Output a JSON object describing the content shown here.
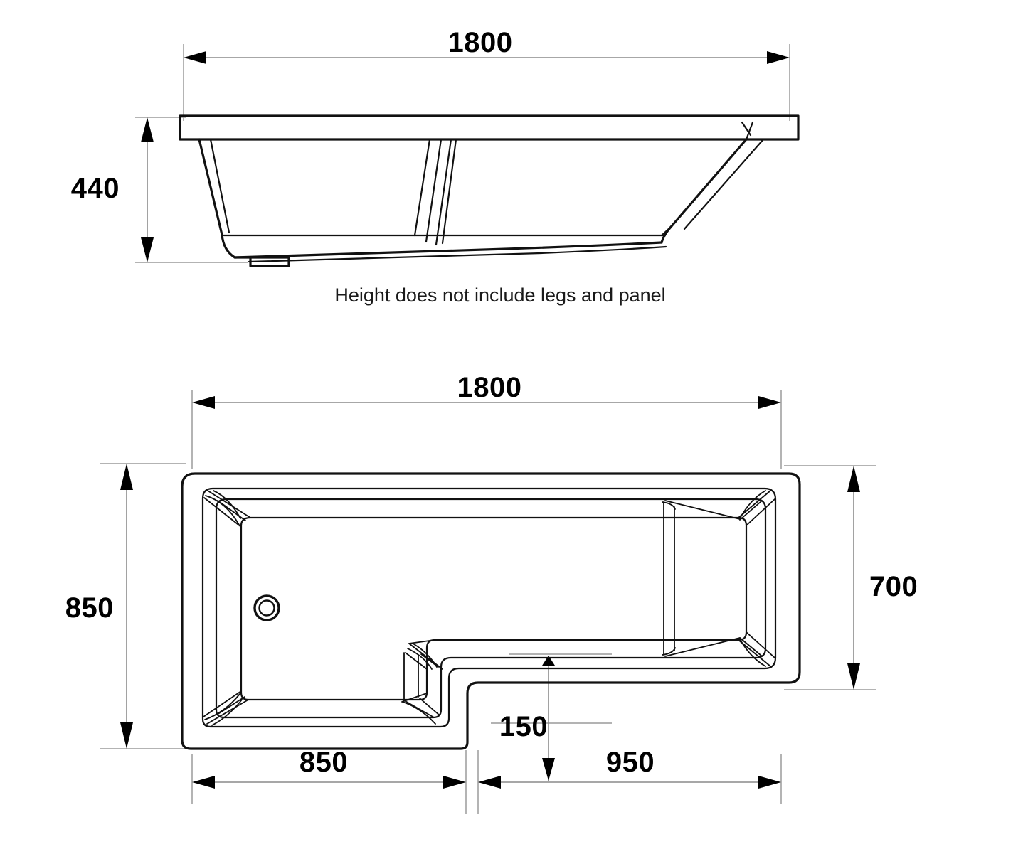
{
  "drawing": {
    "title": "L-Shape Shower Bath Technical Drawing",
    "units": "mm",
    "background_color": "#ffffff",
    "line_color": "#111111",
    "dimension_line_color": "#8a8a8a"
  },
  "elevation_view": {
    "name": "side-elevation",
    "dimensions": {
      "overall_length": {
        "value": "1800",
        "orientation": "horizontal",
        "position": "top"
      },
      "overall_height": {
        "value": "440",
        "orientation": "vertical",
        "position": "left"
      }
    },
    "note": "Height does not include legs and panel"
  },
  "plan_view": {
    "name": "top-plan",
    "dimensions": {
      "overall_length": {
        "value": "1800",
        "orientation": "horizontal",
        "position": "top"
      },
      "wide_end_width": {
        "value": "850",
        "orientation": "vertical",
        "position": "left"
      },
      "narrow_end_width": {
        "value": "700",
        "orientation": "vertical",
        "position": "right"
      },
      "shower_end_length": {
        "value": "850",
        "orientation": "horizontal",
        "position": "bottom-left"
      },
      "tap_end_length": {
        "value": "950",
        "orientation": "horizontal",
        "position": "bottom-right"
      },
      "step_offset": {
        "value": "150",
        "orientation": "vertical",
        "position": "bottom-centre"
      }
    },
    "features": {
      "waste_outlet": "plug-hole",
      "shape": "L-shaped shower bath"
    }
  }
}
